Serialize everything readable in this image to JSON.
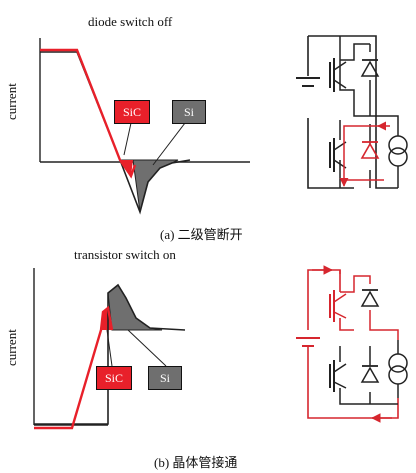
{
  "panel_a": {
    "title": "diode switch off",
    "y_axis_label": "current",
    "tag_sic": "SiC",
    "tag_si": "Si",
    "caption": "(a) 二级管断开"
  },
  "panel_b": {
    "title": "transistor switch on",
    "y_axis_label": "current",
    "tag_sic": "SiC",
    "tag_si": "Si",
    "caption": "(b) 晶体管接通"
  },
  "colors": {
    "sic": "#e8202a",
    "si": "#6f6f6f",
    "line": "#222222",
    "circuit_path": "#d6262e"
  }
}
